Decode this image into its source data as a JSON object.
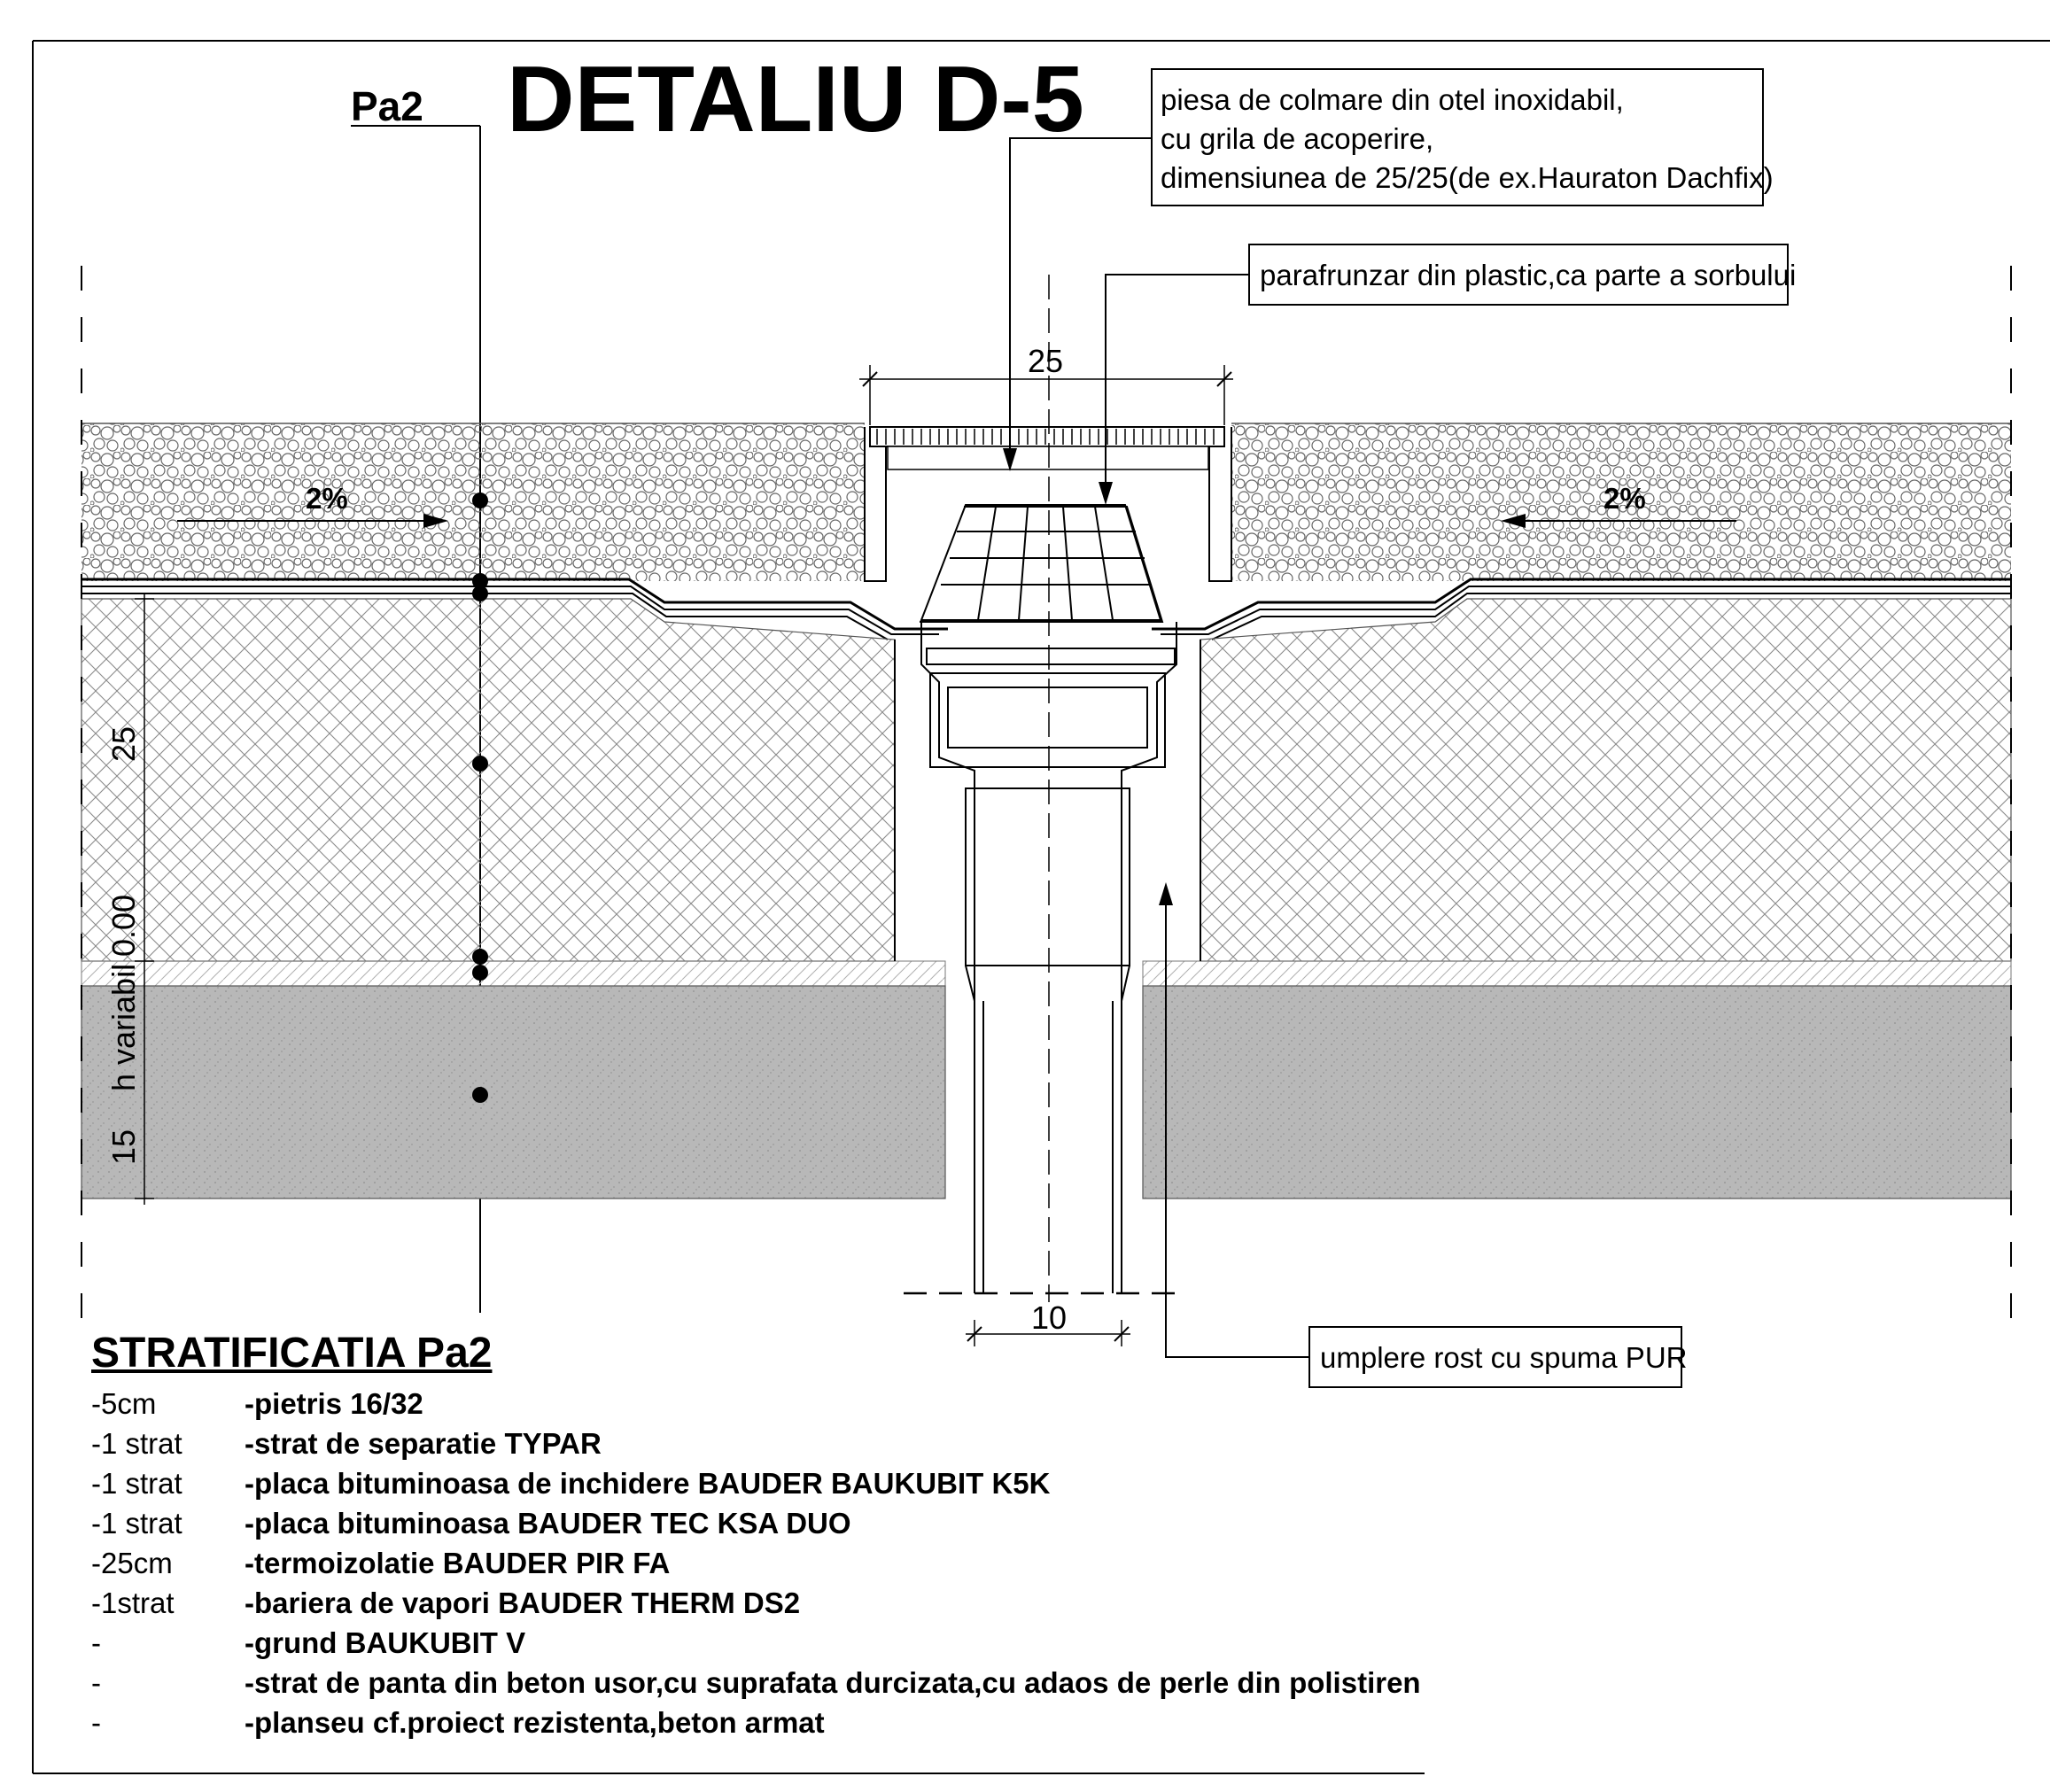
{
  "title": "DETALIU D-5",
  "layer_ref": "Pa2",
  "callouts": {
    "collar": [
      "piesa de colmare din otel inoxidabil,",
      "cu grila de acoperire,",
      "dimensiunea de 25/25(de ex.Hauraton Dachfix)"
    ],
    "leaf_guard": "parafrunzar din plastic,ca parte a sorbului",
    "joint_fill": "umplere rost cu spuma PUR"
  },
  "slope_labels": [
    "2%",
    "2%"
  ],
  "dimensions": {
    "top_width": "25",
    "pipe_width": "10",
    "insulation": "25",
    "elevation": "0.00",
    "variable": "h variabil",
    "slab": "15"
  },
  "stratification": {
    "heading": "STRATIFICATIA Pa2",
    "rows": [
      {
        "qty": "-5cm",
        "desc": "-pietris 16/32"
      },
      {
        "qty": "-1 strat",
        "desc": "-strat de separatie TYPAR"
      },
      {
        "qty": "-1 strat",
        "desc": "-placa bituminoasa de inchidere BAUDER BAUKUBIT K5K"
      },
      {
        "qty": "-1 strat",
        "desc": "-placa bituminoasa BAUDER TEC KSA DUO"
      },
      {
        "qty": "-25cm",
        "desc": "-termoizolatie BAUDER PIR FA"
      },
      {
        "qty": "-1strat",
        "desc": "-bariera de vapori BAUDER THERM DS2"
      },
      {
        "qty": "-",
        "desc": "-grund BAUKUBIT V"
      },
      {
        "qty": "-",
        "desc": "-strat de panta din beton usor,cu suprafata durcizata,cu adaos de perle din polistiren"
      },
      {
        "qty": "-",
        "desc": "-planseu cf.proiect rezistenta,beton armat"
      }
    ]
  }
}
